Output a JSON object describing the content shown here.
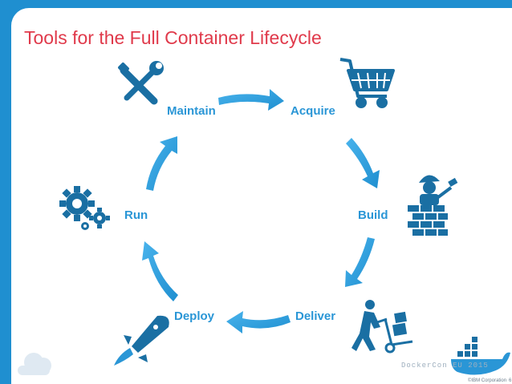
{
  "slide": {
    "title": "Tools for the Full Container Lifecycle"
  },
  "stages": {
    "maintain": "Maintain",
    "acquire": "Acquire",
    "build": "Build",
    "deliver": "Deliver",
    "deploy": "Deploy",
    "run": "Run"
  },
  "icons": {
    "maintain": "tools-icon",
    "acquire": "shopping-cart-icon",
    "build": "builder-brick-wall-icon",
    "deliver": "hand-truck-delivery-icon",
    "deploy": "rocket-icon",
    "run": "gears-icon"
  },
  "footer": {
    "conference": "DockerCon EU 2015",
    "copyright": "©IBM Corporation",
    "page": "6"
  },
  "colors": {
    "frame": "#1f8fd0",
    "title": "#e03a4b",
    "accent": "#2a96d6",
    "icon": "#1a6fa3",
    "arrow": "#2a9fe0"
  }
}
